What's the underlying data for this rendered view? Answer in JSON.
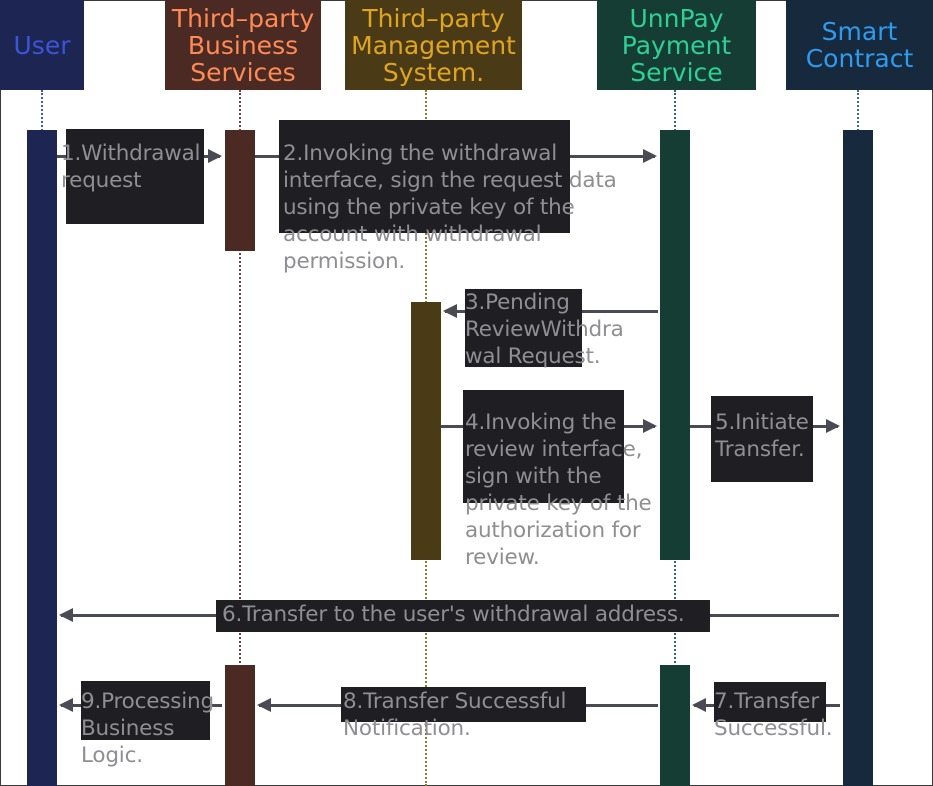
{
  "participants": [
    {
      "key": "user",
      "label": "User",
      "color": "#3a55d8",
      "bg": "#1d2652"
    },
    {
      "key": "tpbs",
      "label": "Third–party\nBusiness\nServices",
      "color": "#ff8a55",
      "bg": "#4a2a22"
    },
    {
      "key": "tpms",
      "label": "Third–party\nManagement\nSystem.",
      "color": "#e0a520",
      "bg": "#4a3a15"
    },
    {
      "key": "unnpay",
      "label": "UnnPay\nPayment\nService",
      "color": "#2ecf95",
      "bg": "#163d33"
    },
    {
      "key": "contract",
      "label": "Smart\nContract",
      "color": "#2e9bf0",
      "bg": "#172a3d"
    }
  ],
  "messages": [
    {
      "key": "m1",
      "text": "1.Withdrawal\nrequest"
    },
    {
      "key": "m2",
      "text": "2.Invoking the withdrawal\ninterface, sign the request data\nusing the private key of the\naccount with withdrawal\npermission."
    },
    {
      "key": "m3",
      "text": "3.Pending\nReviewWithdra\nwal Request."
    },
    {
      "key": "m4",
      "text": "4.Invoking the\nreview interface,\nsign with the\nprivate key of the\nauthorization for\nreview."
    },
    {
      "key": "m5",
      "text": "5.Initiate\nTransfer."
    },
    {
      "key": "m6",
      "text": "6.Transfer to the user's withdrawal address."
    },
    {
      "key": "m7",
      "text": "7.Transfer\nSuccessful."
    },
    {
      "key": "m8",
      "text": "8.Transfer Successful\nNotification."
    },
    {
      "key": "m9",
      "text": "9.Processing\nBusiness\nLogic."
    }
  ]
}
